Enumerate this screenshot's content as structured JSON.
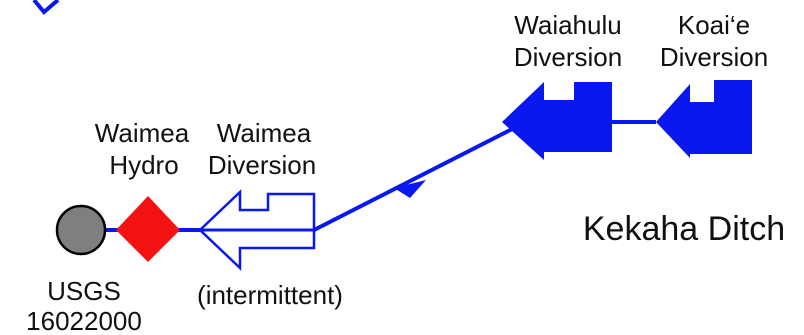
{
  "labels": {
    "waiahulu_line1": "Waiahulu",
    "waiahulu_line2": "Diversion",
    "koaie_line1": "Koai‘e",
    "koaie_line2": "Diversion",
    "hydro_line1": "Waimea",
    "hydro_line2": "Hydro",
    "waimea_div_line1": "Waimea",
    "waimea_div_line2": "Diversion",
    "intermittent": "(intermittent)",
    "usgs_line1": "USGS",
    "usgs_line2": "16022000",
    "ditch_name": "Kekaha Ditch"
  },
  "colors": {
    "ditch_blue": "#0a18f0",
    "hydro_red": "#f21212",
    "gauge_gray": "#7f7f82",
    "outline": "#000000",
    "text": "#111111"
  },
  "icons": {
    "gauge": "circle",
    "hydro": "diamond",
    "diversion": "block-arrow"
  }
}
